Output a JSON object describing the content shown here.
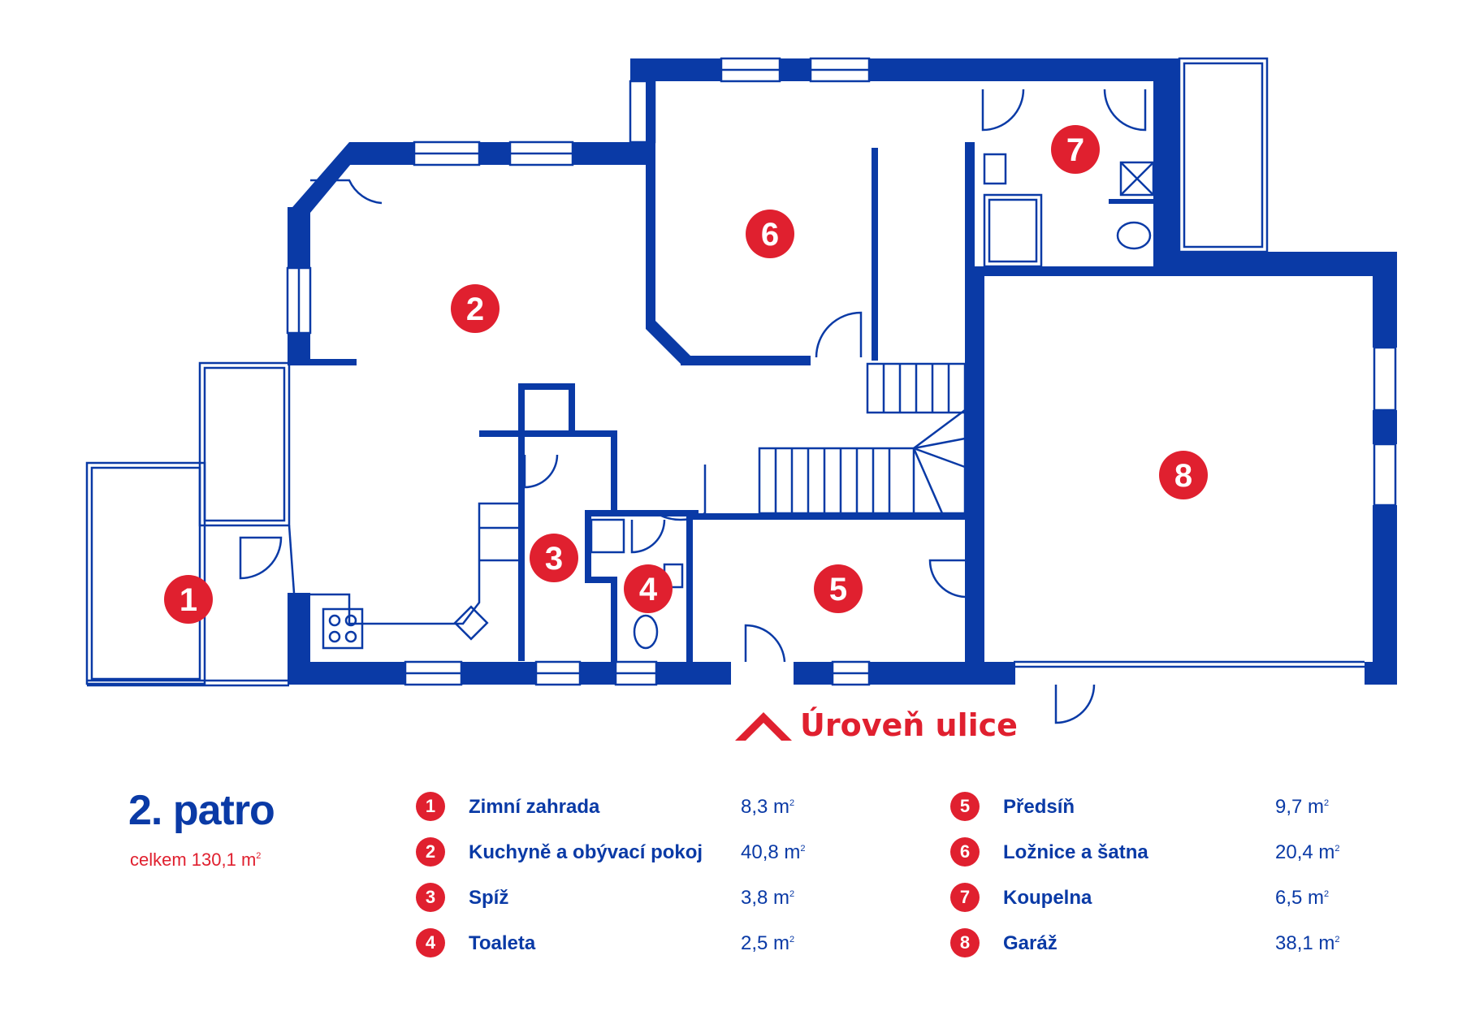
{
  "floor": {
    "title": "2. patro",
    "total_label": "celkem 130,1 m",
    "total_sup": "2"
  },
  "street_label": "Úroveň ulice",
  "plan_badges": [
    "1",
    "2",
    "3",
    "4",
    "5",
    "6",
    "7",
    "8"
  ],
  "rooms": [
    {
      "num": "1",
      "name": "Zimní zahrada",
      "area": "8,3 m",
      "sup": "2"
    },
    {
      "num": "2",
      "name": "Kuchyně a obývací pokoj",
      "area": "40,8 m",
      "sup": "2"
    },
    {
      "num": "3",
      "name": "Spíž",
      "area": "3,8 m",
      "sup": "2"
    },
    {
      "num": "4",
      "name": "Toaleta",
      "area": "2,5 m",
      "sup": "2"
    },
    {
      "num": "5",
      "name": "Předsíň",
      "area": "9,7 m",
      "sup": "2"
    },
    {
      "num": "6",
      "name": "Ložnice a šatna",
      "area": "20,4 m",
      "sup": "2"
    },
    {
      "num": "7",
      "name": "Koupelna",
      "area": "6,5 m",
      "sup": "2"
    },
    {
      "num": "8",
      "name": "Garáž",
      "area": "38,1 m",
      "sup": "2"
    }
  ],
  "colors": {
    "wall": "#0a3aa6",
    "accent": "#e0202f",
    "background": "#ffffff"
  }
}
